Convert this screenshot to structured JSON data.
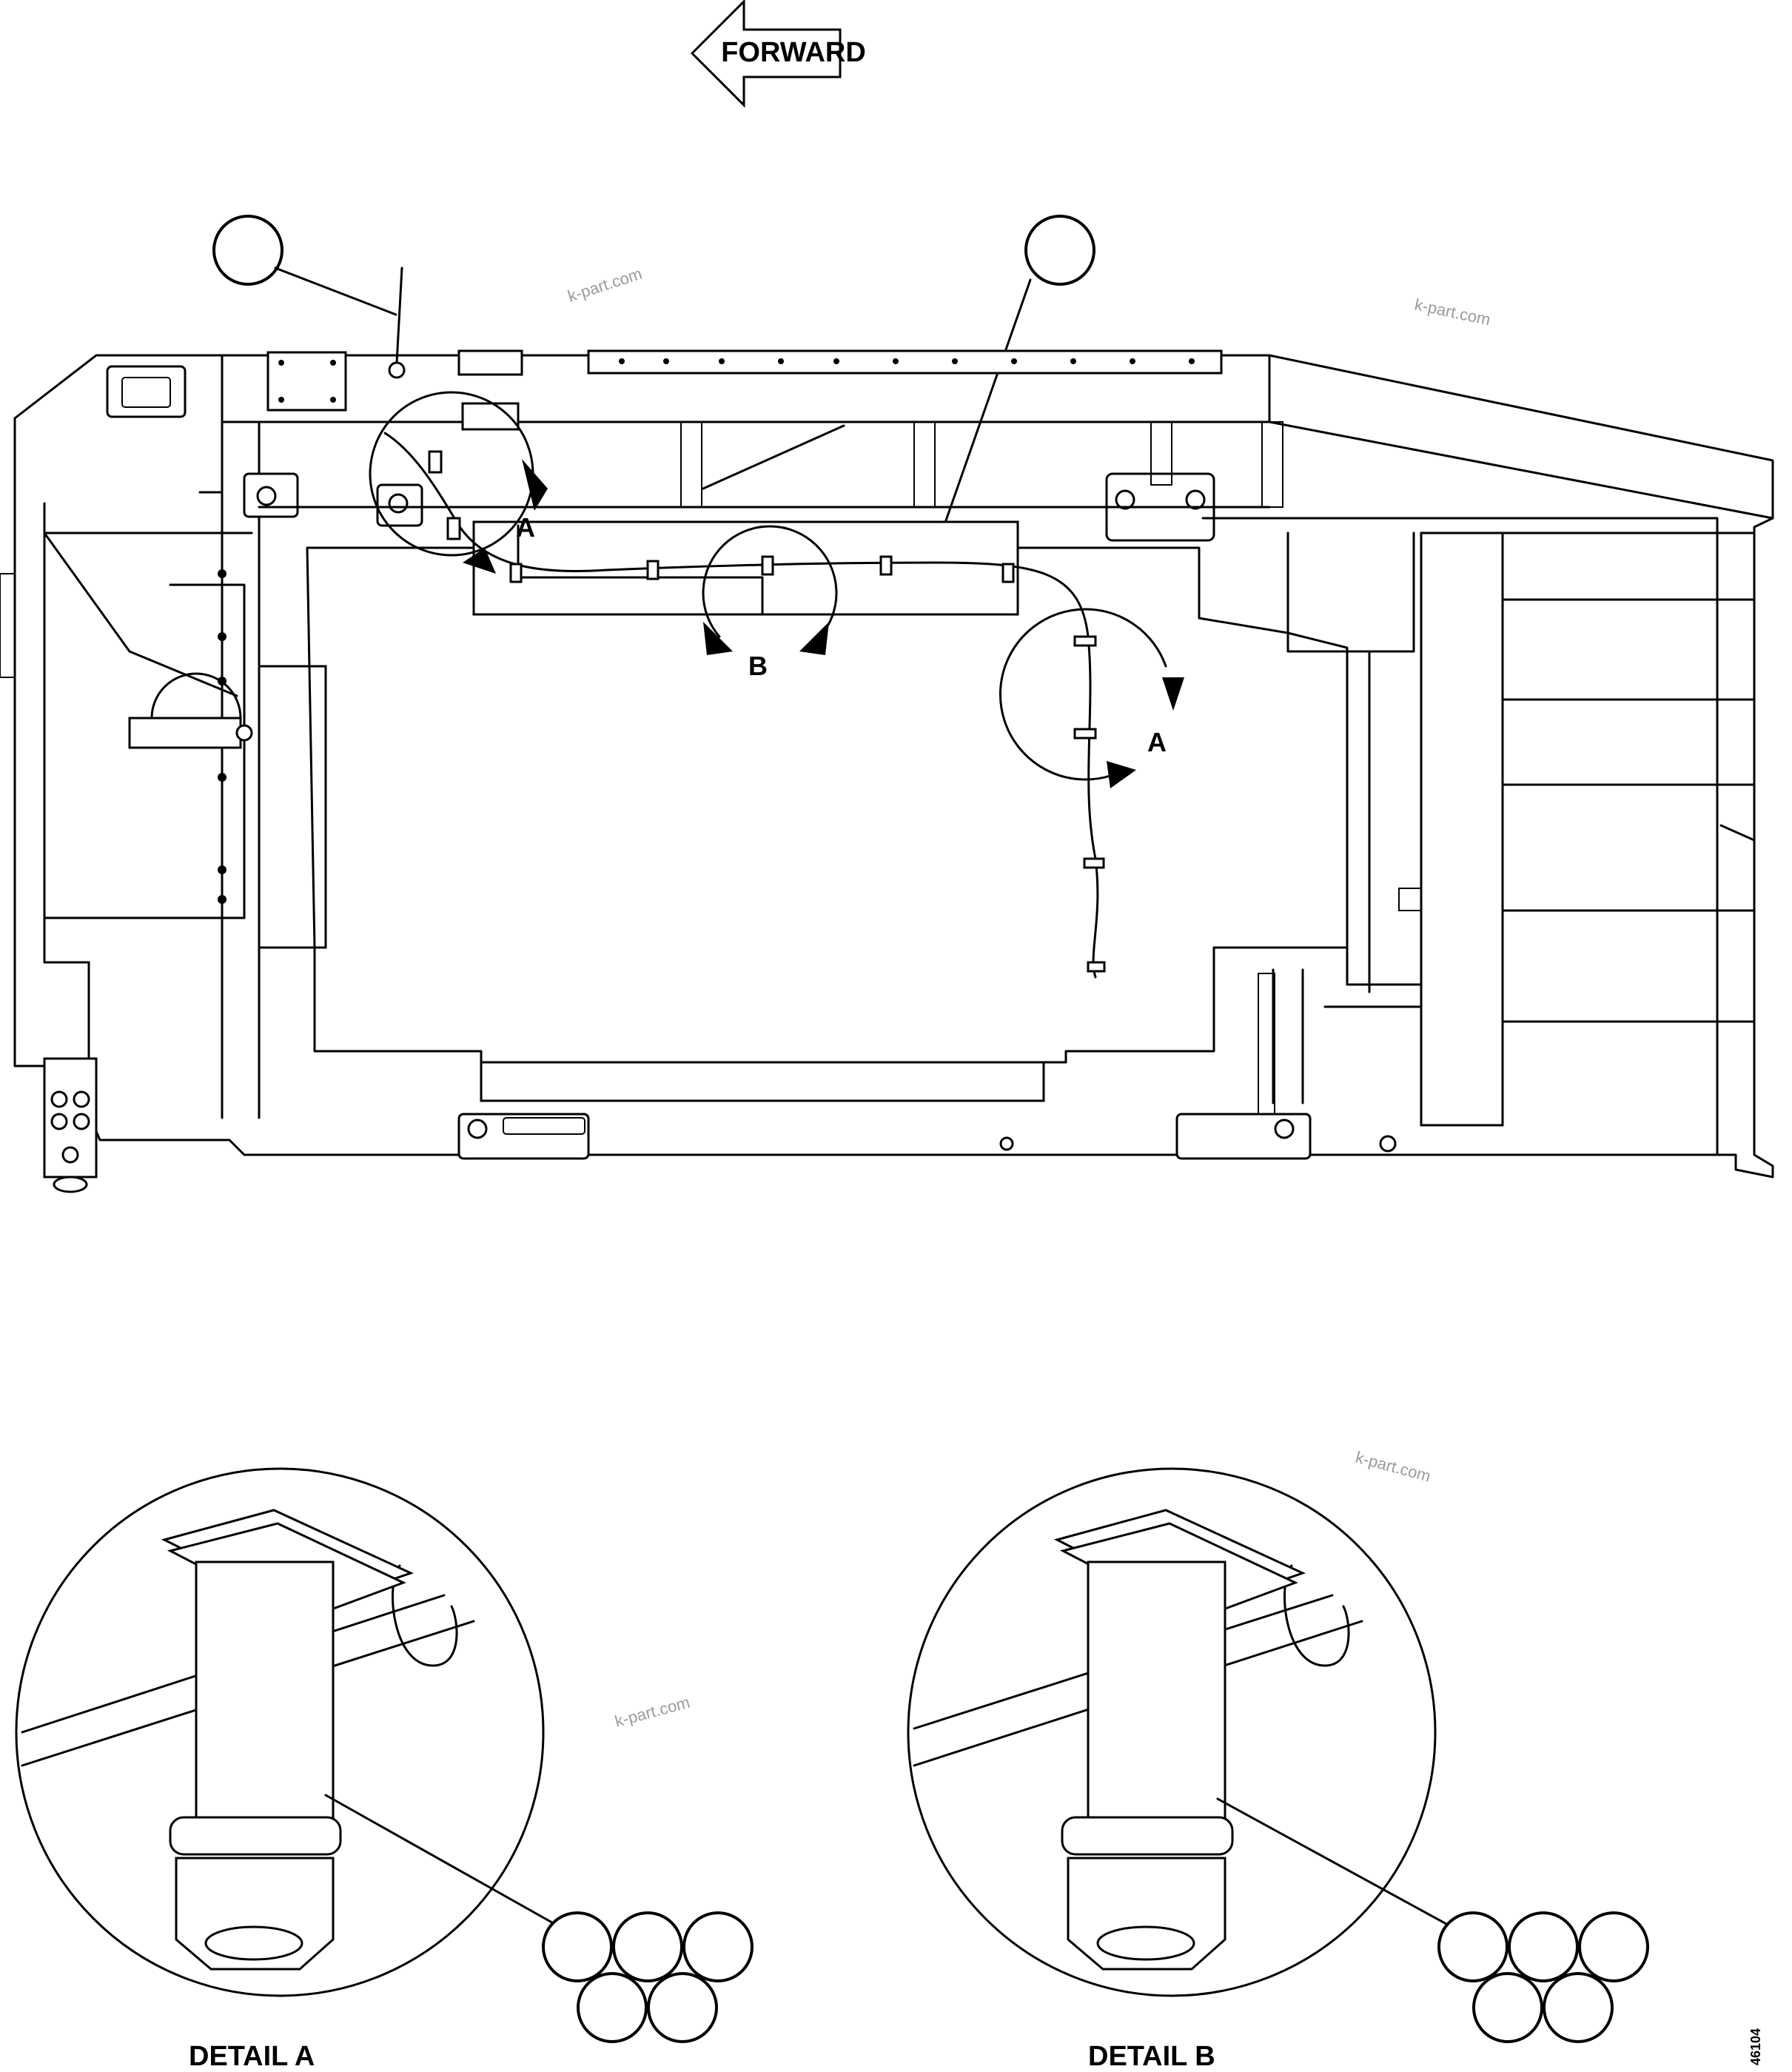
{
  "header": {
    "forward_label": "FORWARD"
  },
  "view_markers": {
    "a_upper": "A",
    "b_center": "B",
    "a_right": "A"
  },
  "details": {
    "a": {
      "caption": "DETAIL A"
    },
    "b": {
      "caption": "DETAIL B"
    }
  },
  "watermarks": [
    "k-part.com",
    "k-part.com",
    "k-part.com",
    "k-part.com"
  ],
  "sheet_number": "46104"
}
